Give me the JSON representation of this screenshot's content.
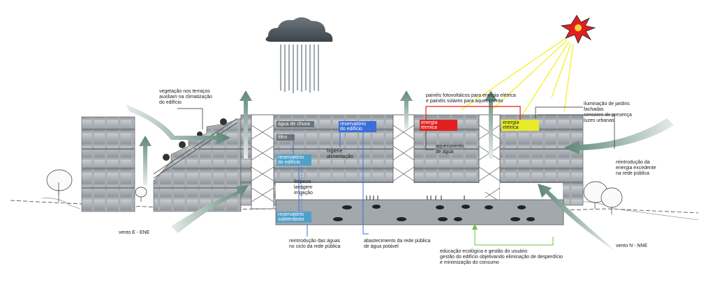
{
  "labels": {
    "vegetacao": "vegetação nos terraços\nauxiliam na climatização\ndo edifício",
    "paineis": "painéis fotovoltáicos para energia elétrica\ne painéis solares para aquecimento",
    "iluminacao": "iluminação de jardins\nfachadas\nsensores de presença\nluzes urbanas",
    "reintroducao_energia": "reintrodução da\nenergia excedente\nna rede pública",
    "higiene": "higiene\nalimentação",
    "limpeza": "limpeza\nlavagem\nirrigação",
    "vento_ene": "vento E - ENE",
    "vento_nne": "vento N - NNE",
    "reintroducao_aguas": "reintrodução das águas\nno ciclo da rede pública",
    "abastecimento": "abastecimento da rede pública\nde água potável",
    "educacao": "educação ecológica e gestão do usuário\ngestão do edifício objetivando eliminação de desperdício\ne minimização do consumo",
    "aquecimento": "aquecimento\nde água"
  },
  "boxes": {
    "agua_chuva": "água de chuva",
    "filtro": "filtro",
    "reservatorio_edificio_1": "reservatório\ndo edifício",
    "reservatorio_edificio_2": "reservatório\ndo edifício",
    "reservatorio_subterraneo": "reservatório\nsubterrâneo",
    "energia_termica": "energia\ntérmica",
    "energia_eletrica": "energia\nelétrica"
  },
  "colors": {
    "building_gray": "#9ea3a8",
    "arrow_green": "#4f7a6a",
    "water_blue": "#3b6fd8",
    "red": "#e02020",
    "yellow_sun": "#f4f13a",
    "green_line": "#6fbf3f"
  }
}
